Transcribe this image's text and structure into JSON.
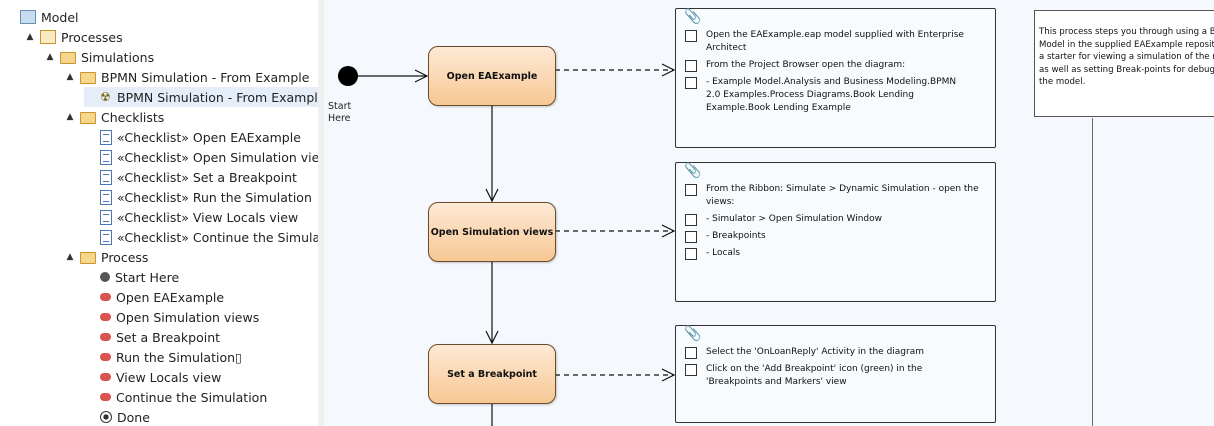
{
  "tree": [
    {
      "label": "Model",
      "icon": "model-icon",
      "arrow": "",
      "indent": 0
    },
    {
      "label": "Processes",
      "icon": "package-icon",
      "arrow": "▲",
      "indent": 1
    },
    {
      "label": "Simulations",
      "icon": "folder-icon",
      "arrow": "▲",
      "indent": 2
    },
    {
      "label": "BPMN Simulation - From Example",
      "icon": "folder-icon",
      "arrow": "▲",
      "indent": 3
    },
    {
      "label": "BPMN Simulation - From Example",
      "icon": "simulation-icon",
      "arrow": "",
      "indent": 4,
      "selected": true
    },
    {
      "label": "Checklists",
      "icon": "folder-icon",
      "arrow": "▲",
      "indent": 3
    },
    {
      "label": "«Checklist» Open EAExample",
      "icon": "checklist-icon",
      "arrow": "",
      "indent": 4
    },
    {
      "label": "«Checklist» Open Simulation vie",
      "icon": "checklist-icon",
      "arrow": "",
      "indent": 4
    },
    {
      "label": "«Checklist» Set a Breakpoint",
      "icon": "checklist-icon",
      "arrow": "",
      "indent": 4
    },
    {
      "label": "«Checklist» Run the Simulation",
      "icon": "checklist-icon",
      "arrow": "",
      "indent": 4
    },
    {
      "label": "«Checklist» View Locals view",
      "icon": "checklist-icon",
      "arrow": "",
      "indent": 4
    },
    {
      "label": "«Checklist» Continue the Simula",
      "icon": "checklist-icon",
      "arrow": "",
      "indent": 4
    },
    {
      "label": "Process",
      "icon": "folder-icon",
      "arrow": "▲",
      "indent": 3
    },
    {
      "label": "Start Here",
      "icon": "start-event-icon",
      "arrow": "",
      "indent": 4
    },
    {
      "label": "Open EAExample",
      "icon": "activity-icon",
      "arrow": "",
      "indent": 4
    },
    {
      "label": "Open Simulation views",
      "icon": "activity-icon",
      "arrow": "",
      "indent": 4
    },
    {
      "label": "Set a Breakpoint",
      "icon": "activity-icon",
      "arrow": "",
      "indent": 4
    },
    {
      "label": "Run the Simulation▯",
      "icon": "activity-icon",
      "arrow": "",
      "indent": 4
    },
    {
      "label": "View Locals view",
      "icon": "activity-icon",
      "arrow": "",
      "indent": 4
    },
    {
      "label": "Continue the Simulation",
      "icon": "activity-icon",
      "arrow": "",
      "indent": 4
    },
    {
      "label": "Done",
      "icon": "end-event-icon",
      "arrow": "",
      "indent": 4
    }
  ],
  "diagram": {
    "start_label_1": "Start",
    "start_label_2": "Here",
    "nodes": [
      "Open EAExample",
      "Open Simulation views",
      "Set a Breakpoint"
    ],
    "notes": [
      {
        "items": [
          [
            "Open the EAExample.eap model supplied with Enterprise",
            "Architect"
          ],
          [
            "From the Project Browser open the diagram:"
          ],
          [
            "- Example Model.Analysis and Business Modeling.BPMN",
            "2.0 Examples.Process Diagrams.Book Lending",
            "Example.Book Lending Example"
          ]
        ]
      },
      {
        "items": [
          [
            "From the Ribbon: Simulate > Dynamic Simulation - open the",
            "views:"
          ],
          [
            "- Simulator > Open Simulation Window"
          ],
          [
            "- Breakpoints"
          ],
          [
            "- Locals"
          ]
        ]
      },
      {
        "items": [
          [
            "Select the 'OnLoanReply' Activity in the diagram"
          ],
          [
            "Click on the 'Add Breakpoint' icon (green) in the",
            "'Breakpoints and Markers' view"
          ]
        ]
      }
    ],
    "description": [
      "This process steps you through using a BP",
      "Model in the supplied EAExample reposito",
      "a starter for viewing a simulation of the mo",
      "as well as setting Break-points for debugg",
      "the model."
    ]
  }
}
